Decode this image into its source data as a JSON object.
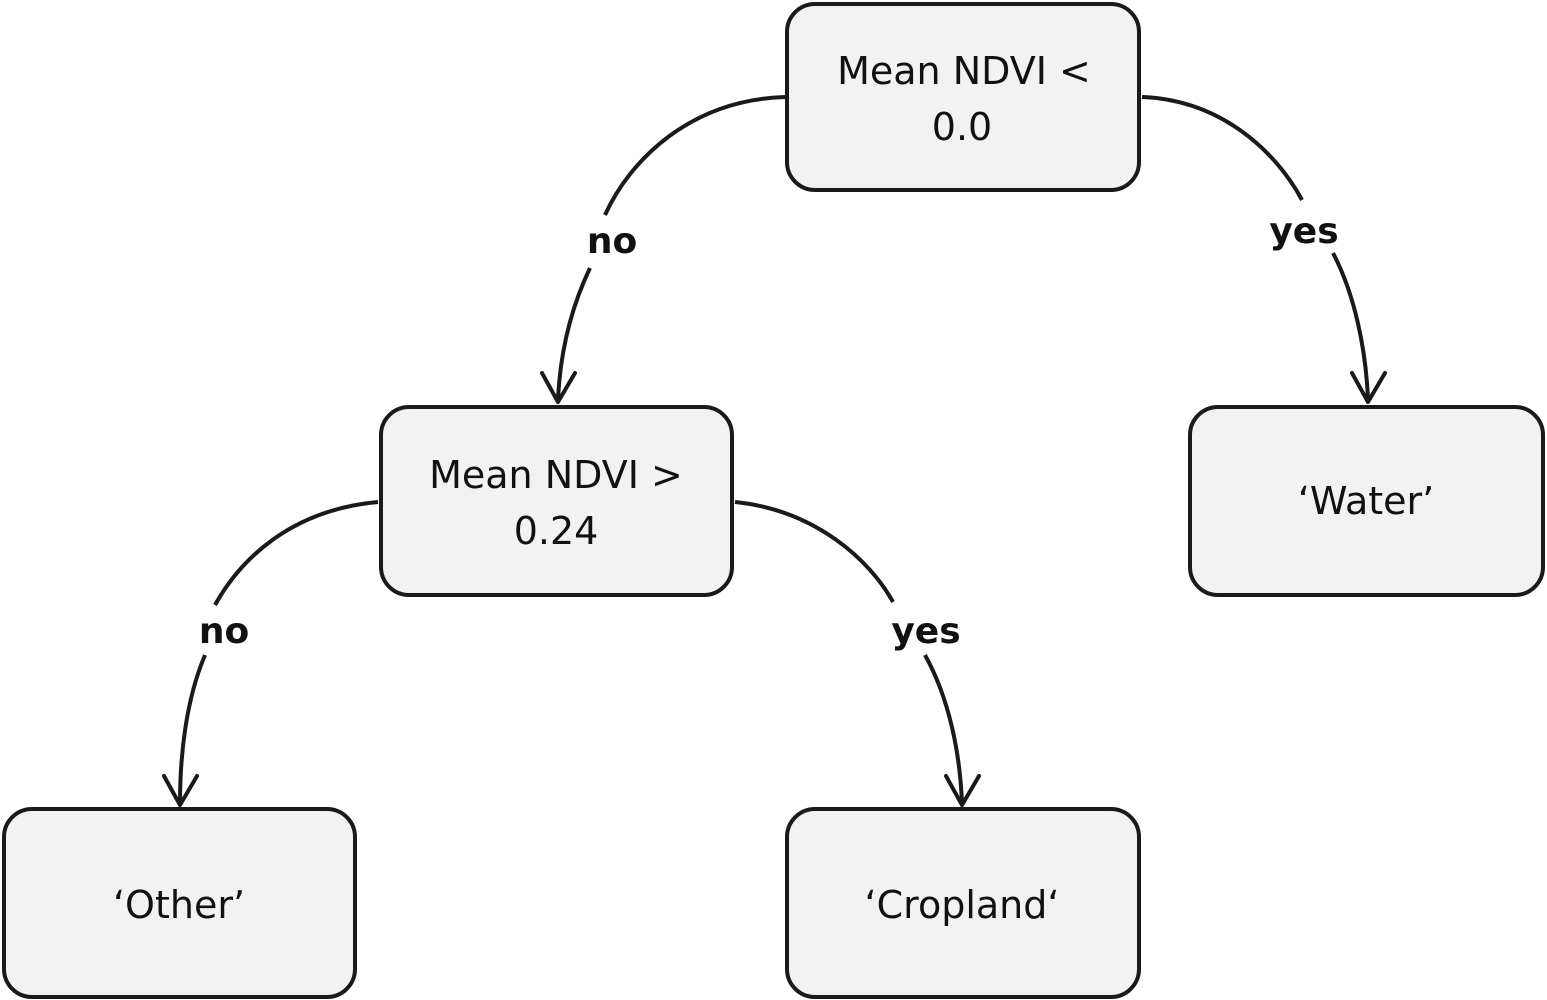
{
  "nodes": {
    "root": {
      "line1": "Mean NDVI <",
      "line2": "0.0"
    },
    "mid": {
      "line1": "Mean NDVI >",
      "line2": "0.24"
    },
    "water": {
      "label": "‘Water’"
    },
    "other": {
      "label": "‘Other’"
    },
    "cropland": {
      "label": "‘Cropland‘"
    }
  },
  "edges": {
    "root_no": "no",
    "root_yes": "yes",
    "mid_no": "no",
    "mid_yes": "yes"
  }
}
